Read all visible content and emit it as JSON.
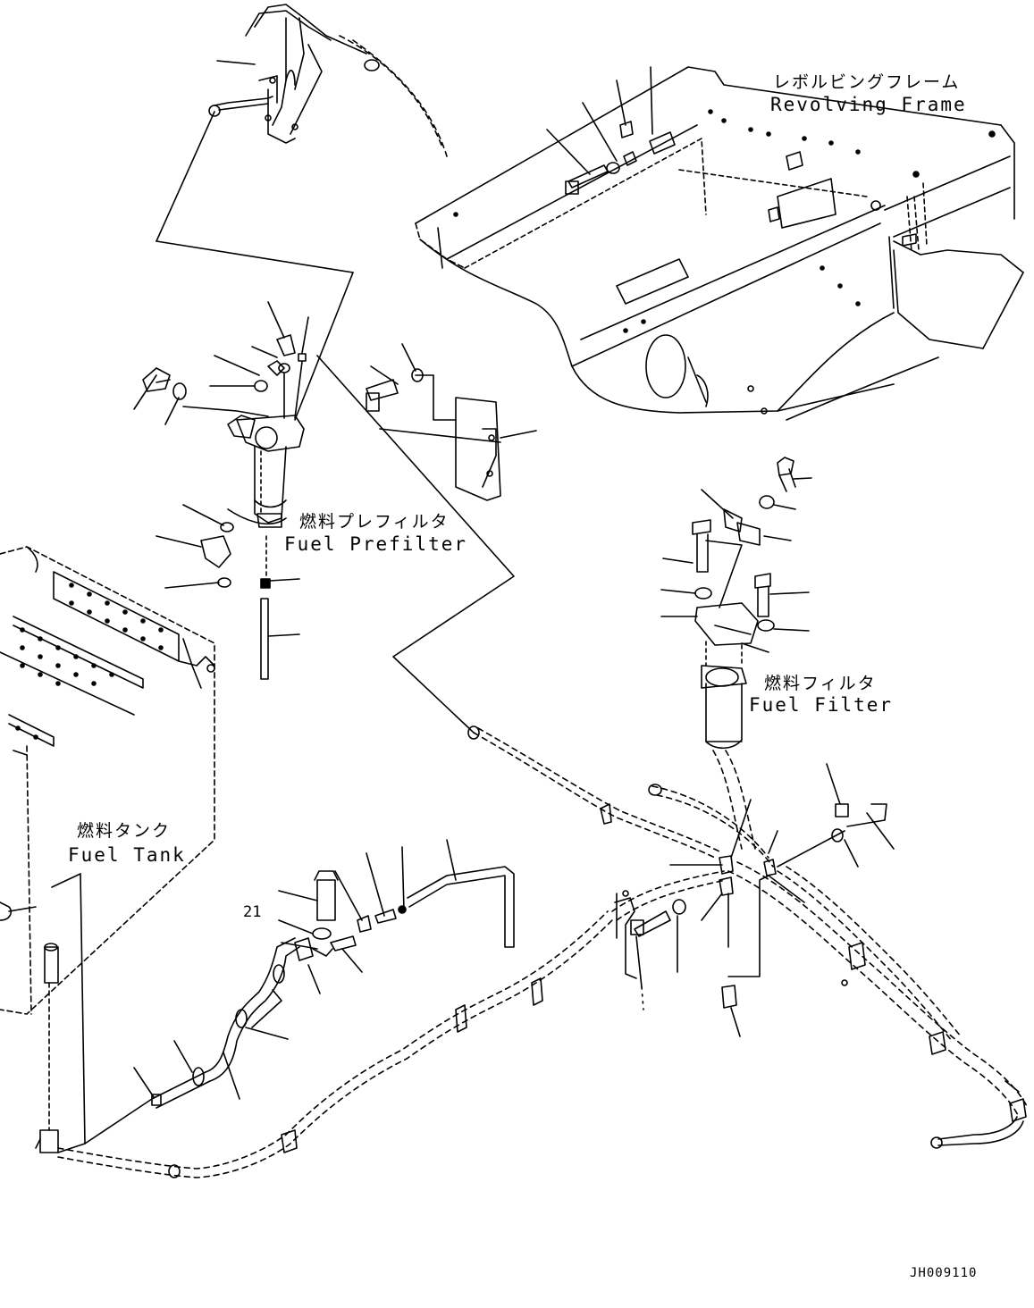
{
  "labels": {
    "revolving_frame_jp": "レボルビングフレーム",
    "revolving_frame_en": "Revolving Frame",
    "fuel_prefilter_jp": "燃料プレフィルタ",
    "fuel_prefilter_en": "Fuel Prefilter",
    "fuel_filter_jp": "燃料フィルタ",
    "fuel_filter_en": "Fuel Filter",
    "fuel_tank_jp": "燃料タンク",
    "fuel_tank_en": "Fuel Tank",
    "callout_21": "21",
    "drawing_code": "JH009110"
  }
}
